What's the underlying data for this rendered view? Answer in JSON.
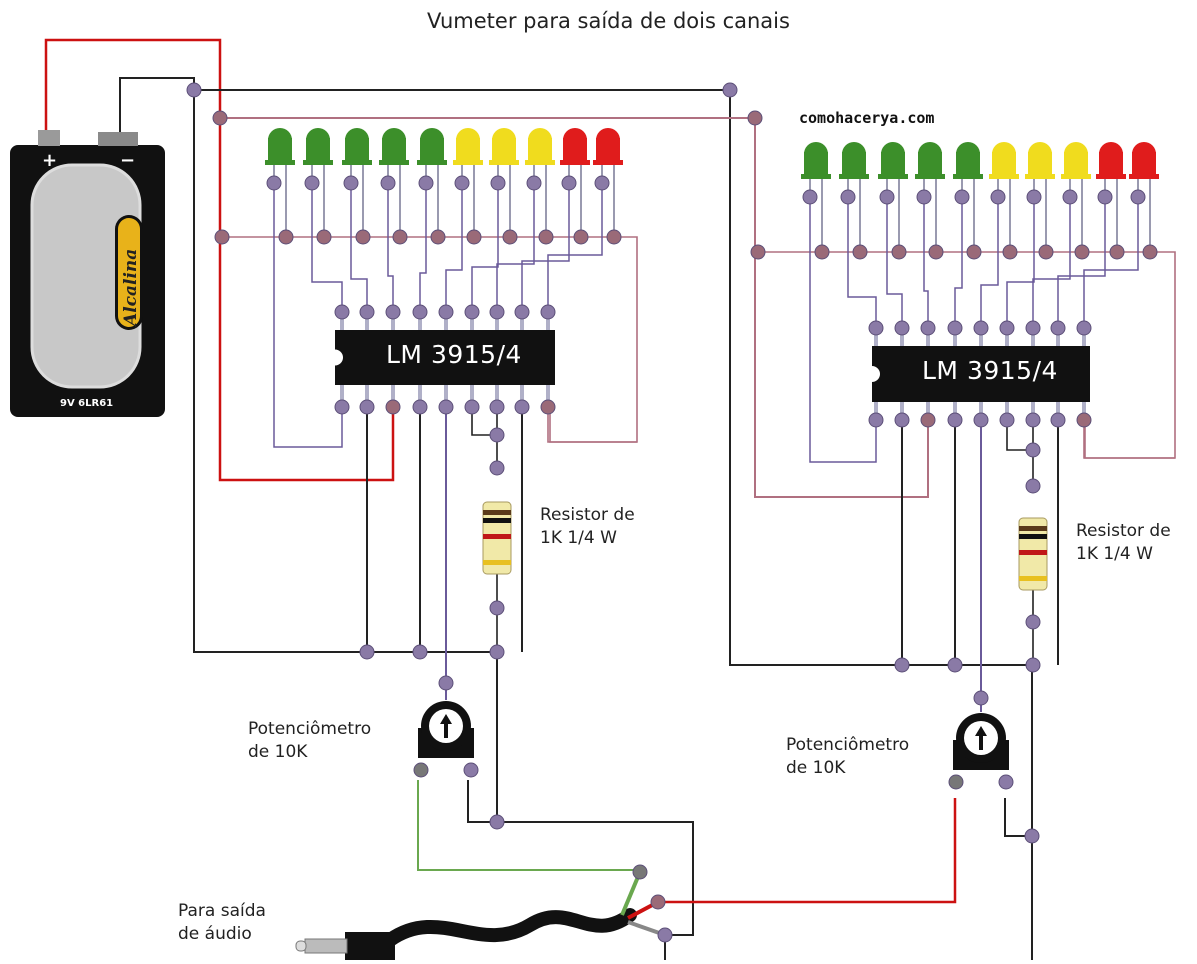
{
  "title": "Vumeter para saída de dois canais",
  "watermark": "comohacerya.com",
  "battery": {
    "spec": "9V  6LR61",
    "brand": "Alcalina",
    "plus": "+",
    "minus": "−"
  },
  "channels": [
    {
      "ic_label": "LM 3915/4",
      "resistor_label": [
        "Resistor de",
        "1K 1/4 W"
      ],
      "pot_label": [
        "Potenciômetro",
        "de 10K"
      ]
    },
    {
      "ic_label": "LM 3915/4",
      "resistor_label": [
        "Resistor de",
        "1K 1/4 W"
      ],
      "pot_label": [
        "Potenciômetro",
        "de 10K"
      ]
    }
  ],
  "led_colors": [
    "green",
    "green",
    "green",
    "green",
    "green",
    "yellow",
    "yellow",
    "yellow",
    "red",
    "red"
  ],
  "jack_label": [
    "Para saída",
    "de áudio"
  ],
  "colors": {
    "wire_black": "#222222",
    "wire_red": "#cc1111",
    "wire_pink": "#b07080",
    "wire_purple": "#6a5a9a",
    "wire_green": "#6aa84f",
    "node": "#8a7aa6",
    "node_pink": "#9a6a78",
    "led_green": "#3c8f2a",
    "led_yellow": "#f0dc1e",
    "led_red": "#e01c1c",
    "ic_body": "#111111"
  }
}
